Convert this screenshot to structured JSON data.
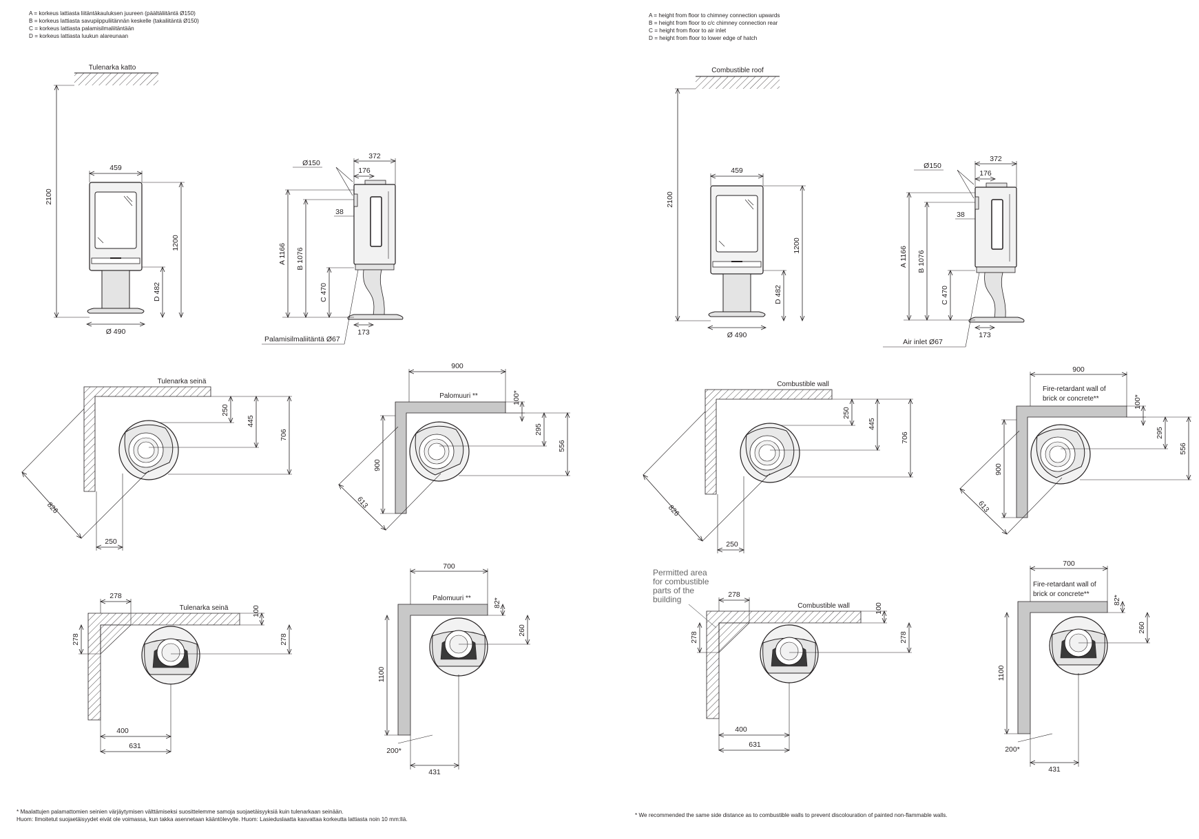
{
  "legend_fi": [
    "A = korkeus lattiasta liitäntäkauluksen juureen (päältäliitäntä Ø150)",
    "B = korkeus lattiasta savupiippuliitännän keskelle (takaliitäntä Ø150)",
    "C = korkeus lattiasta palamisilmaliitäntään",
    "D = korkeus lattiasta luukun alareunaan"
  ],
  "legend_en": [
    "A =  height from floor to chimney connection upwards",
    "B =  height from floor to c/c chimney connection rear",
    "C =  height from floor to air inlet",
    "D =  height from floor to lower edge of hatch"
  ],
  "fi": {
    "roof": "Tulenarka katto",
    "wall": "Tulenarka seinä",
    "firewall": "Palomuuri **",
    "air_inlet": "Palamisilmaliitäntä Ø67",
    "footnote1": "* Maalattujen palamattomien seinien värjäytymisen välttämiseksi suosittelemme samoja suojaetäisyyksiä kuin tulenarkaan seinään.",
    "footnote2": "Huom: Ilmoitetut suojaetäisyydet eivät ole voimassa, kun takka asennetaan kääntölevylle.   Huom: Lasieduslaatta kasvattaa korkeutta lattiasta noin 10 mm:llä."
  },
  "en": {
    "roof": "Combustible roof",
    "wall": "Combustible wall",
    "firewall_l1": "Fire-retardant wall of",
    "firewall_l2": "brick or concrete**",
    "air_inlet": "Air inlet Ø67",
    "permitted": [
      "Permitted area",
      "for combustible",
      "parts of the",
      "building"
    ],
    "footnote": "*    We recommended the same side distance as to combustible walls to prevent discolouration of painted non-flammable walls."
  },
  "dims": {
    "h_total": "2100",
    "w_front": "459",
    "h_stove": "1200",
    "d": "D 482",
    "base": "Ø 490",
    "depth": "372",
    "flue": "Ø150",
    "offset": "176",
    "pipe": "38",
    "a": "A 1166",
    "b": "B 1076",
    "c": "C 470",
    "foot": "173",
    "corner_diag": "826",
    "c250": "250",
    "c445": "445",
    "c706": "706",
    "fw_width": "900",
    "fw_gap": "100*",
    "fw295": "295",
    "fw556": "556",
    "fw_diag": "613",
    "fw_side": "900",
    "w278": "278",
    "w100": "100",
    "w278b": "278",
    "w278c": "278",
    "w400": "400",
    "w631": "631",
    "p700": "700",
    "p82": "82*",
    "p260": "260",
    "p1100": "1100",
    "p200": "200*",
    "p431": "431"
  }
}
